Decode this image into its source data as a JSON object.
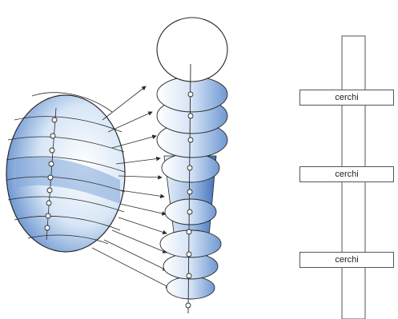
{
  "labels": {
    "top": "cerchi",
    "middle": "cerchi",
    "bottom": "cerchi"
  },
  "colors": {
    "fill": "#cfe0f4",
    "shade": "#7fa6d8",
    "line": "#2a2a2a"
  }
}
